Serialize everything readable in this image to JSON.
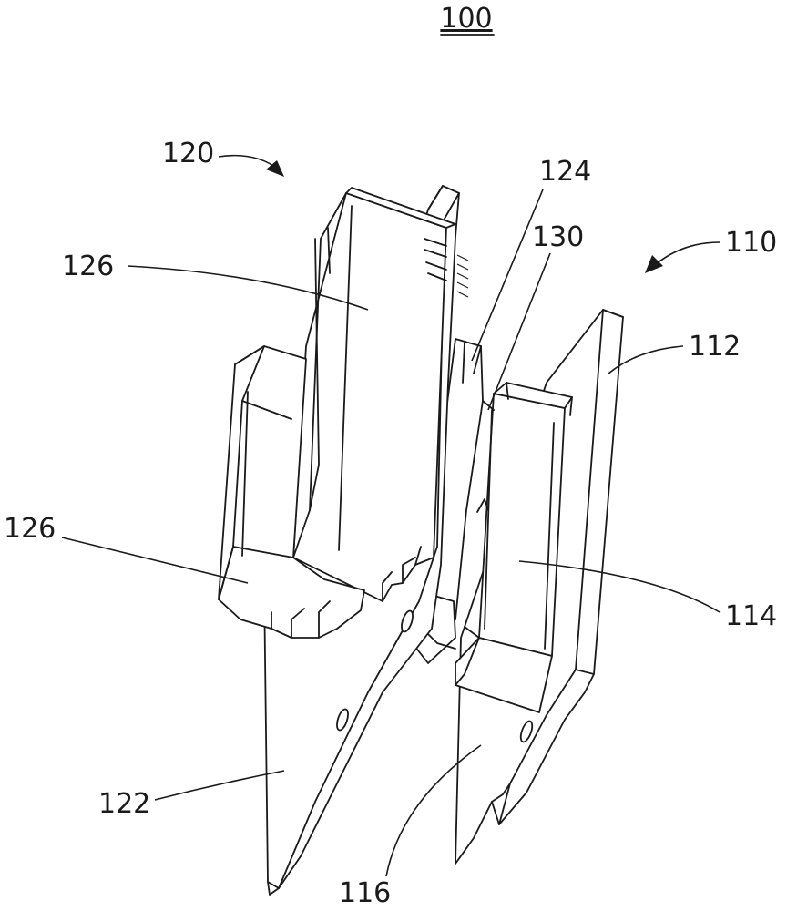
{
  "figure": {
    "title": "100",
    "labels": {
      "l120": "120",
      "l124": "124",
      "l130": "130",
      "l110": "110",
      "l126a": "126",
      "l112": "112",
      "l126b": "126",
      "l114": "114",
      "l122": "122",
      "l116": "116"
    }
  },
  "colors": {
    "ink": "#1a1a1a",
    "paper": "#ffffff"
  }
}
